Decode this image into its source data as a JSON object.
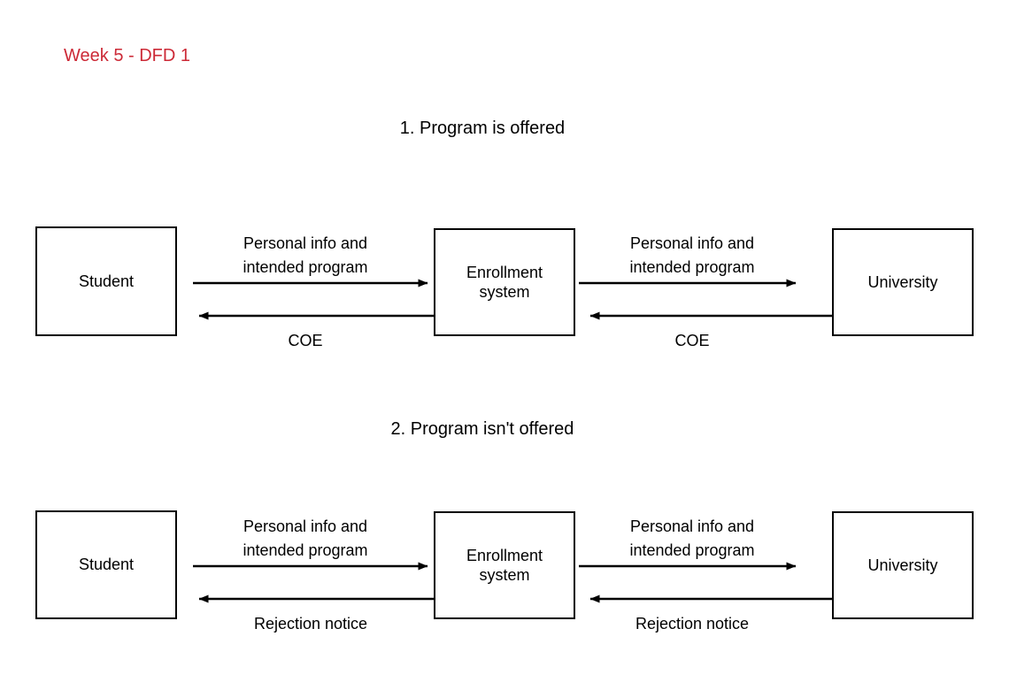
{
  "page": {
    "title": "Week 5 - DFD 1",
    "title_color": "#cc2936",
    "background": "#ffffff",
    "stroke_color": "#000000"
  },
  "diagrams": [
    {
      "heading": "1. Program is offered",
      "entities": {
        "left": "Student",
        "middle": "Enrollment\nsystem",
        "right": "University"
      },
      "flows": {
        "left_forward": "Personal info and\nintended program",
        "left_return": "COE",
        "right_forward": "Personal info and\nintended program",
        "right_return": "COE"
      }
    },
    {
      "heading": "2. Program isn't offered",
      "entities": {
        "left": "Student",
        "middle": "Enrollment\nsystem",
        "right": "University"
      },
      "flows": {
        "left_forward": "Personal info and\nintended program",
        "left_return": "Rejection notice",
        "right_forward": "Personal info and\nintended program",
        "right_return": "Rejection notice"
      }
    }
  ]
}
